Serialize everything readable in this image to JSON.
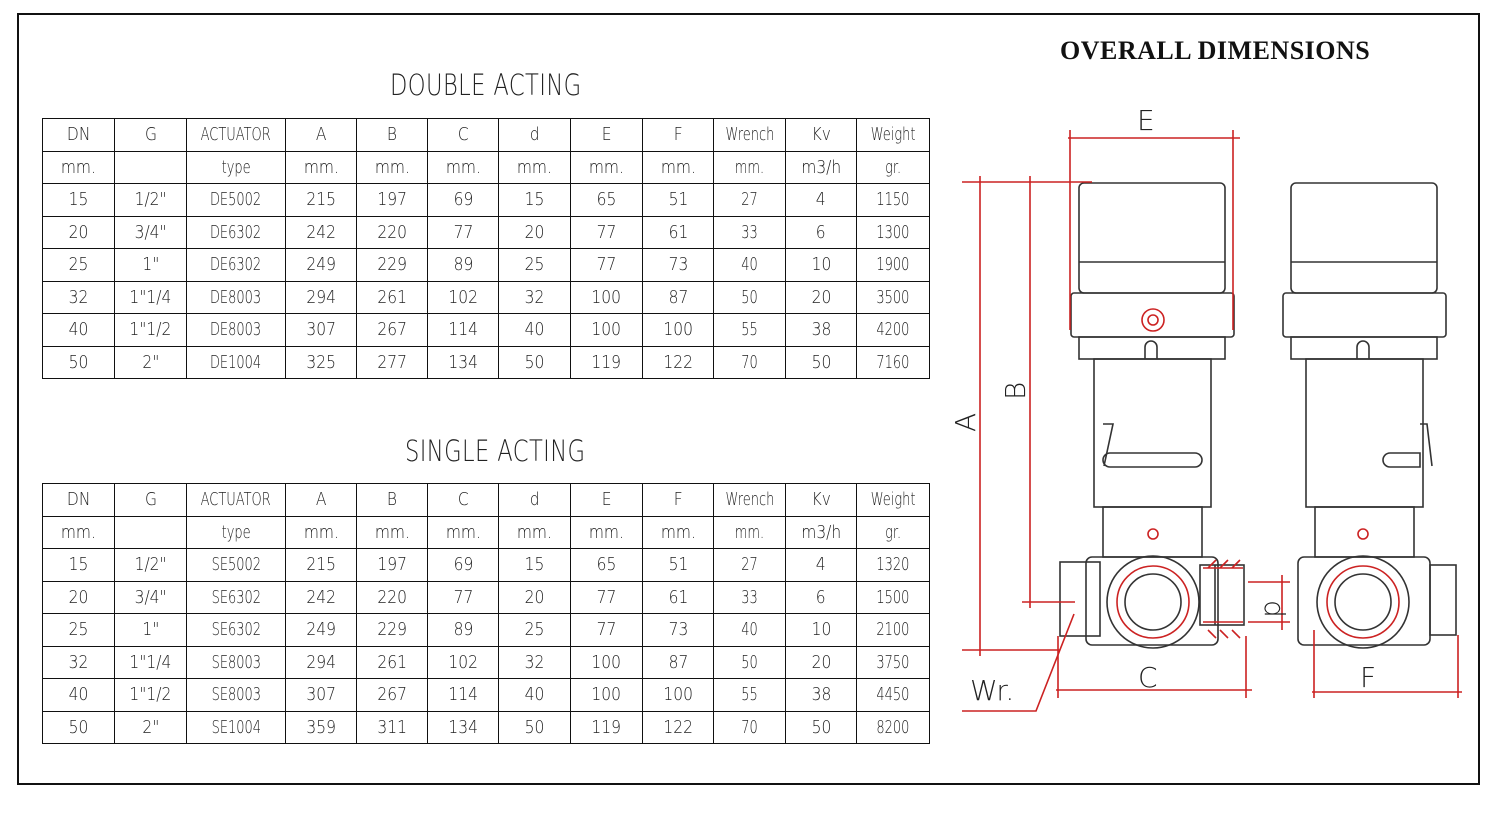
{
  "heading": "OVERALL DIMENSIONS",
  "columns": [
    "DN",
    "G",
    "ACTUATOR",
    "A",
    "B",
    "C",
    "d",
    "E",
    "F",
    "Wrench",
    "Kv",
    "Weight"
  ],
  "units": [
    "mm.",
    "",
    "type",
    "mm.",
    "mm.",
    "mm.",
    "mm.",
    "mm.",
    "mm.",
    "mm.",
    "m3/h",
    "gr."
  ],
  "double_acting": {
    "title": "DOUBLE ACTING",
    "rows": [
      [
        "15",
        "1/2\"",
        "DE5002",
        "215",
        "197",
        "69",
        "15",
        "65",
        "51",
        "27",
        "4",
        "1150"
      ],
      [
        "20",
        "3/4\"",
        "DE6302",
        "242",
        "220",
        "77",
        "20",
        "77",
        "61",
        "33",
        "6",
        "1300"
      ],
      [
        "25",
        "1\"",
        "DE6302",
        "249",
        "229",
        "89",
        "25",
        "77",
        "73",
        "40",
        "10",
        "1900"
      ],
      [
        "32",
        "1\"1/4",
        "DE8003",
        "294",
        "261",
        "102",
        "32",
        "100",
        "87",
        "50",
        "20",
        "3500"
      ],
      [
        "40",
        "1\"1/2",
        "DE8003",
        "307",
        "267",
        "114",
        "40",
        "100",
        "100",
        "55",
        "38",
        "4200"
      ],
      [
        "50",
        "2\"",
        "DE1004",
        "325",
        "277",
        "134",
        "50",
        "119",
        "122",
        "70",
        "50",
        "7160"
      ]
    ]
  },
  "single_acting": {
    "title": "SINGLE ACTING",
    "rows": [
      [
        "15",
        "1/2\"",
        "SE5002",
        "215",
        "197",
        "69",
        "15",
        "65",
        "51",
        "27",
        "4",
        "1320"
      ],
      [
        "20",
        "3/4\"",
        "SE6302",
        "242",
        "220",
        "77",
        "20",
        "77",
        "61",
        "33",
        "6",
        "1500"
      ],
      [
        "25",
        "1\"",
        "SE6302",
        "249",
        "229",
        "89",
        "25",
        "77",
        "73",
        "40",
        "10",
        "2100"
      ],
      [
        "32",
        "1\"1/4",
        "SE8003",
        "294",
        "261",
        "102",
        "32",
        "100",
        "87",
        "50",
        "20",
        "3750"
      ],
      [
        "40",
        "1\"1/2",
        "SE8003",
        "307",
        "267",
        "114",
        "40",
        "100",
        "100",
        "55",
        "38",
        "4450"
      ],
      [
        "50",
        "2\"",
        "SE1004",
        "359",
        "311",
        "134",
        "50",
        "119",
        "122",
        "70",
        "50",
        "8200"
      ]
    ]
  },
  "drawing_labels": {
    "E": "E",
    "A": "A",
    "B": "B",
    "C": "C",
    "F": "F",
    "d": "d",
    "Wr": "Wr."
  },
  "colors": {
    "line": "#333333",
    "dimension": "#cc2222"
  }
}
